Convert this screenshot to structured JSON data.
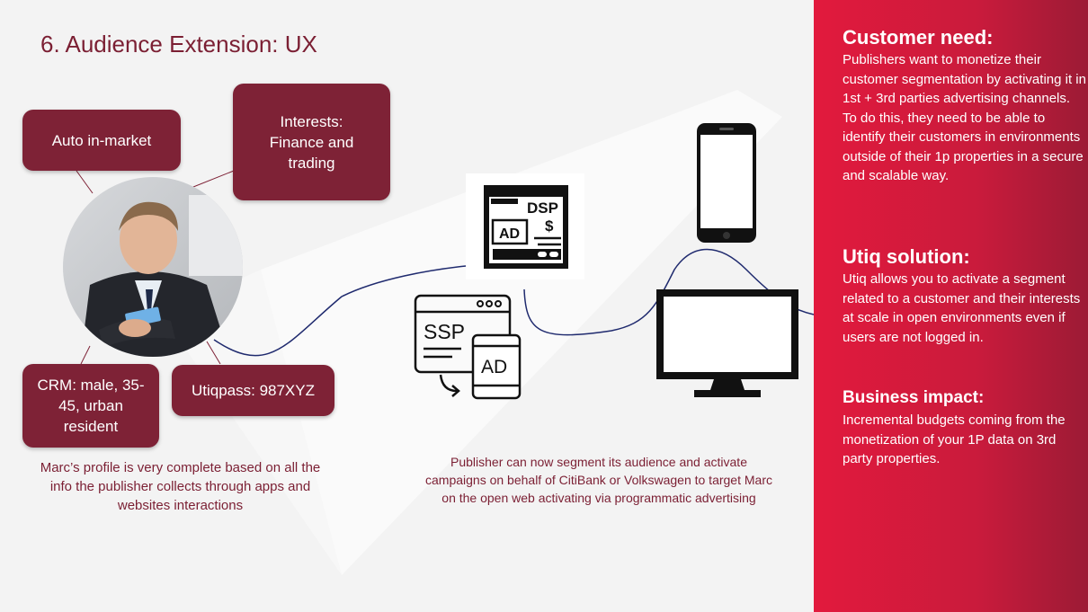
{
  "slide": {
    "title": "6. Audience Extension: UX",
    "boxes": {
      "auto_in_market": "Auto in-market",
      "interests": "Interests: Finance and trading",
      "crm": "CRM: male, 35-45, urban resident",
      "utiqpass": "Utiqpass: 987XYZ"
    },
    "captions": {
      "profile": "Marc’s profile is very complete based on all the info the publisher collects through apps and websites interactions",
      "publisher": "Publisher can now segment its audience and activate campaigns on behalf of CitiBank or Volkswagen to target Marc on the open web activating via programmatic advertising"
    },
    "icons": {
      "dsp_label": "DSP",
      "dsp_currency": "$",
      "ad_label": "AD",
      "ssp_label": "SSP",
      "ssp_ad_label": "AD",
      "names": [
        "person-photo",
        "dsp-icon",
        "ssp-icon",
        "smartphone-icon",
        "monitor-icon"
      ]
    },
    "panel": {
      "customer_need_heading": "Customer need:",
      "customer_need_text": "Publishers want to monetize their customer segmentation by activating it in 1st + 3rd parties advertising channels. To do this, they need to be able to identify their customers in environments outside of their 1p properties in a secure and scalable way.",
      "solution_heading": "Utiq solution:",
      "solution_text": "Utiq allows you to activate a segment related to a customer and their interests at scale in open environments even if users are not logged in.",
      "impact_heading": "Business impact:",
      "impact_text": "Incremental budgets coming from the monetization of your 1P data on 3rd party properties."
    },
    "colors": {
      "brand_dark": "#7e2236",
      "panel_red": "#e21a3d",
      "background": "#f3f3f3"
    }
  }
}
